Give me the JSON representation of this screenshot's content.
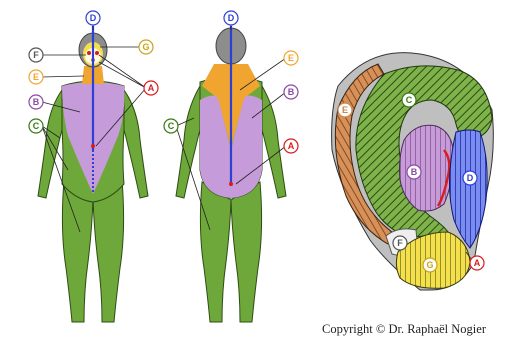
{
  "labels": {
    "a": "A",
    "b": "B",
    "c": "C",
    "d": "D",
    "e": "E",
    "f": "F",
    "g": "G"
  },
  "copyright": "Copyright © Dr. Raphaël Nogier",
  "colors": {
    "green": "#6fa83a",
    "purple": "#c59bd9",
    "orange": "#f0a531",
    "blue": "#2f3fd6",
    "red": "#d81d1d",
    "yellow": "#f3e04a",
    "skin_gray": "#8d8d8d",
    "ear_brown": "#c9854a"
  }
}
